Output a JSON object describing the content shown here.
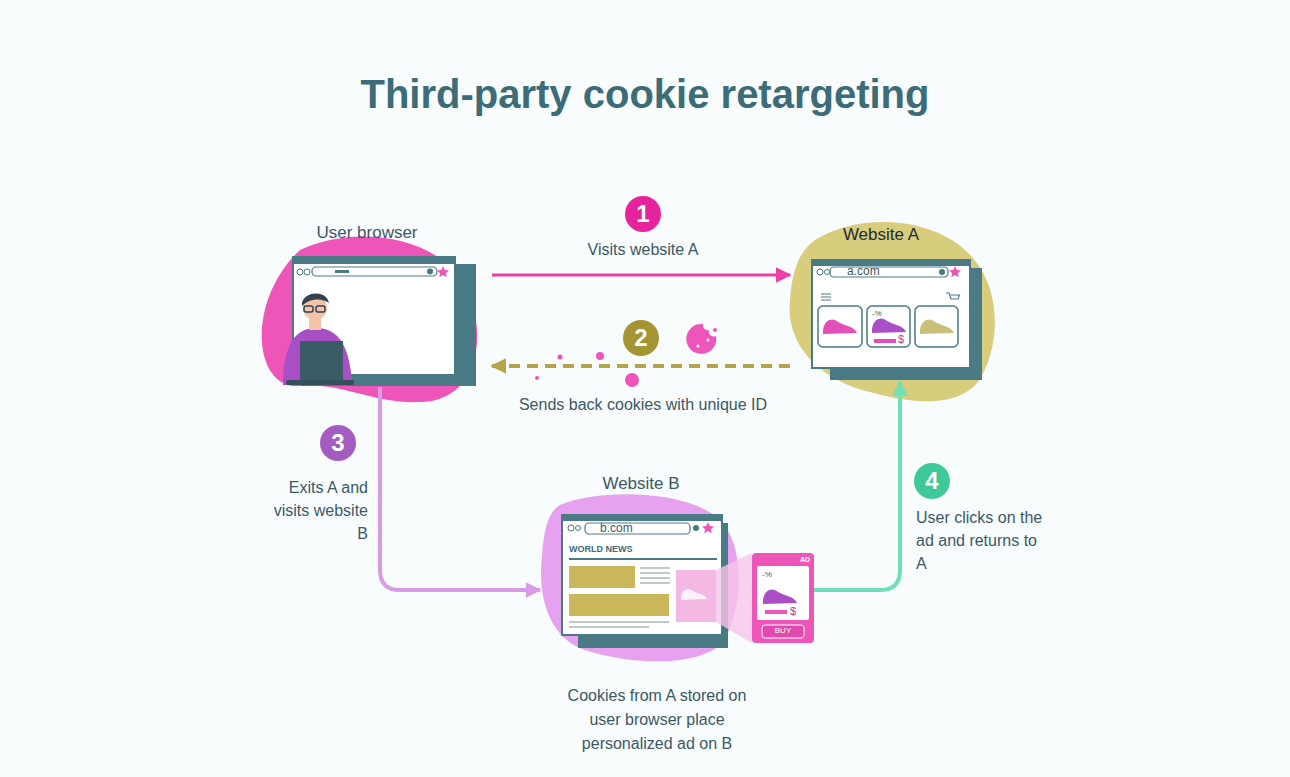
{
  "diagram": {
    "title": "Third-party cookie retargeting",
    "nodes": [
      {
        "text": [
          "User browser"
        ]
      },
      {
        "text": [
          "Website A",
          "a.com"
        ]
      },
      {
        "text": [
          "Website B",
          "b.com",
          "WORLD NEWS"
        ]
      },
      {
        "text": [
          "AD",
          "-%",
          "$",
          "BUY"
        ]
      }
    ],
    "edges": [
      {
        "from": 0,
        "to": 1,
        "label": "Visits website A",
        "arrow": "to"
      },
      {
        "from": 1,
        "to": 0,
        "label": "Sends back cookies with unique ID",
        "arrow": "to"
      },
      {
        "from": 0,
        "to": 2,
        "label": "Exits A and visits website B",
        "arrow": "to"
      },
      {
        "from": 3,
        "to": 1,
        "label": "User clicks on the ad and returns to A",
        "arrow": "to"
      }
    ],
    "labels": [
      "1",
      "2",
      "3",
      "4",
      "-%",
      "$",
      "Cookies from A stored on user browser place personalized ad on B"
    ]
  }
}
